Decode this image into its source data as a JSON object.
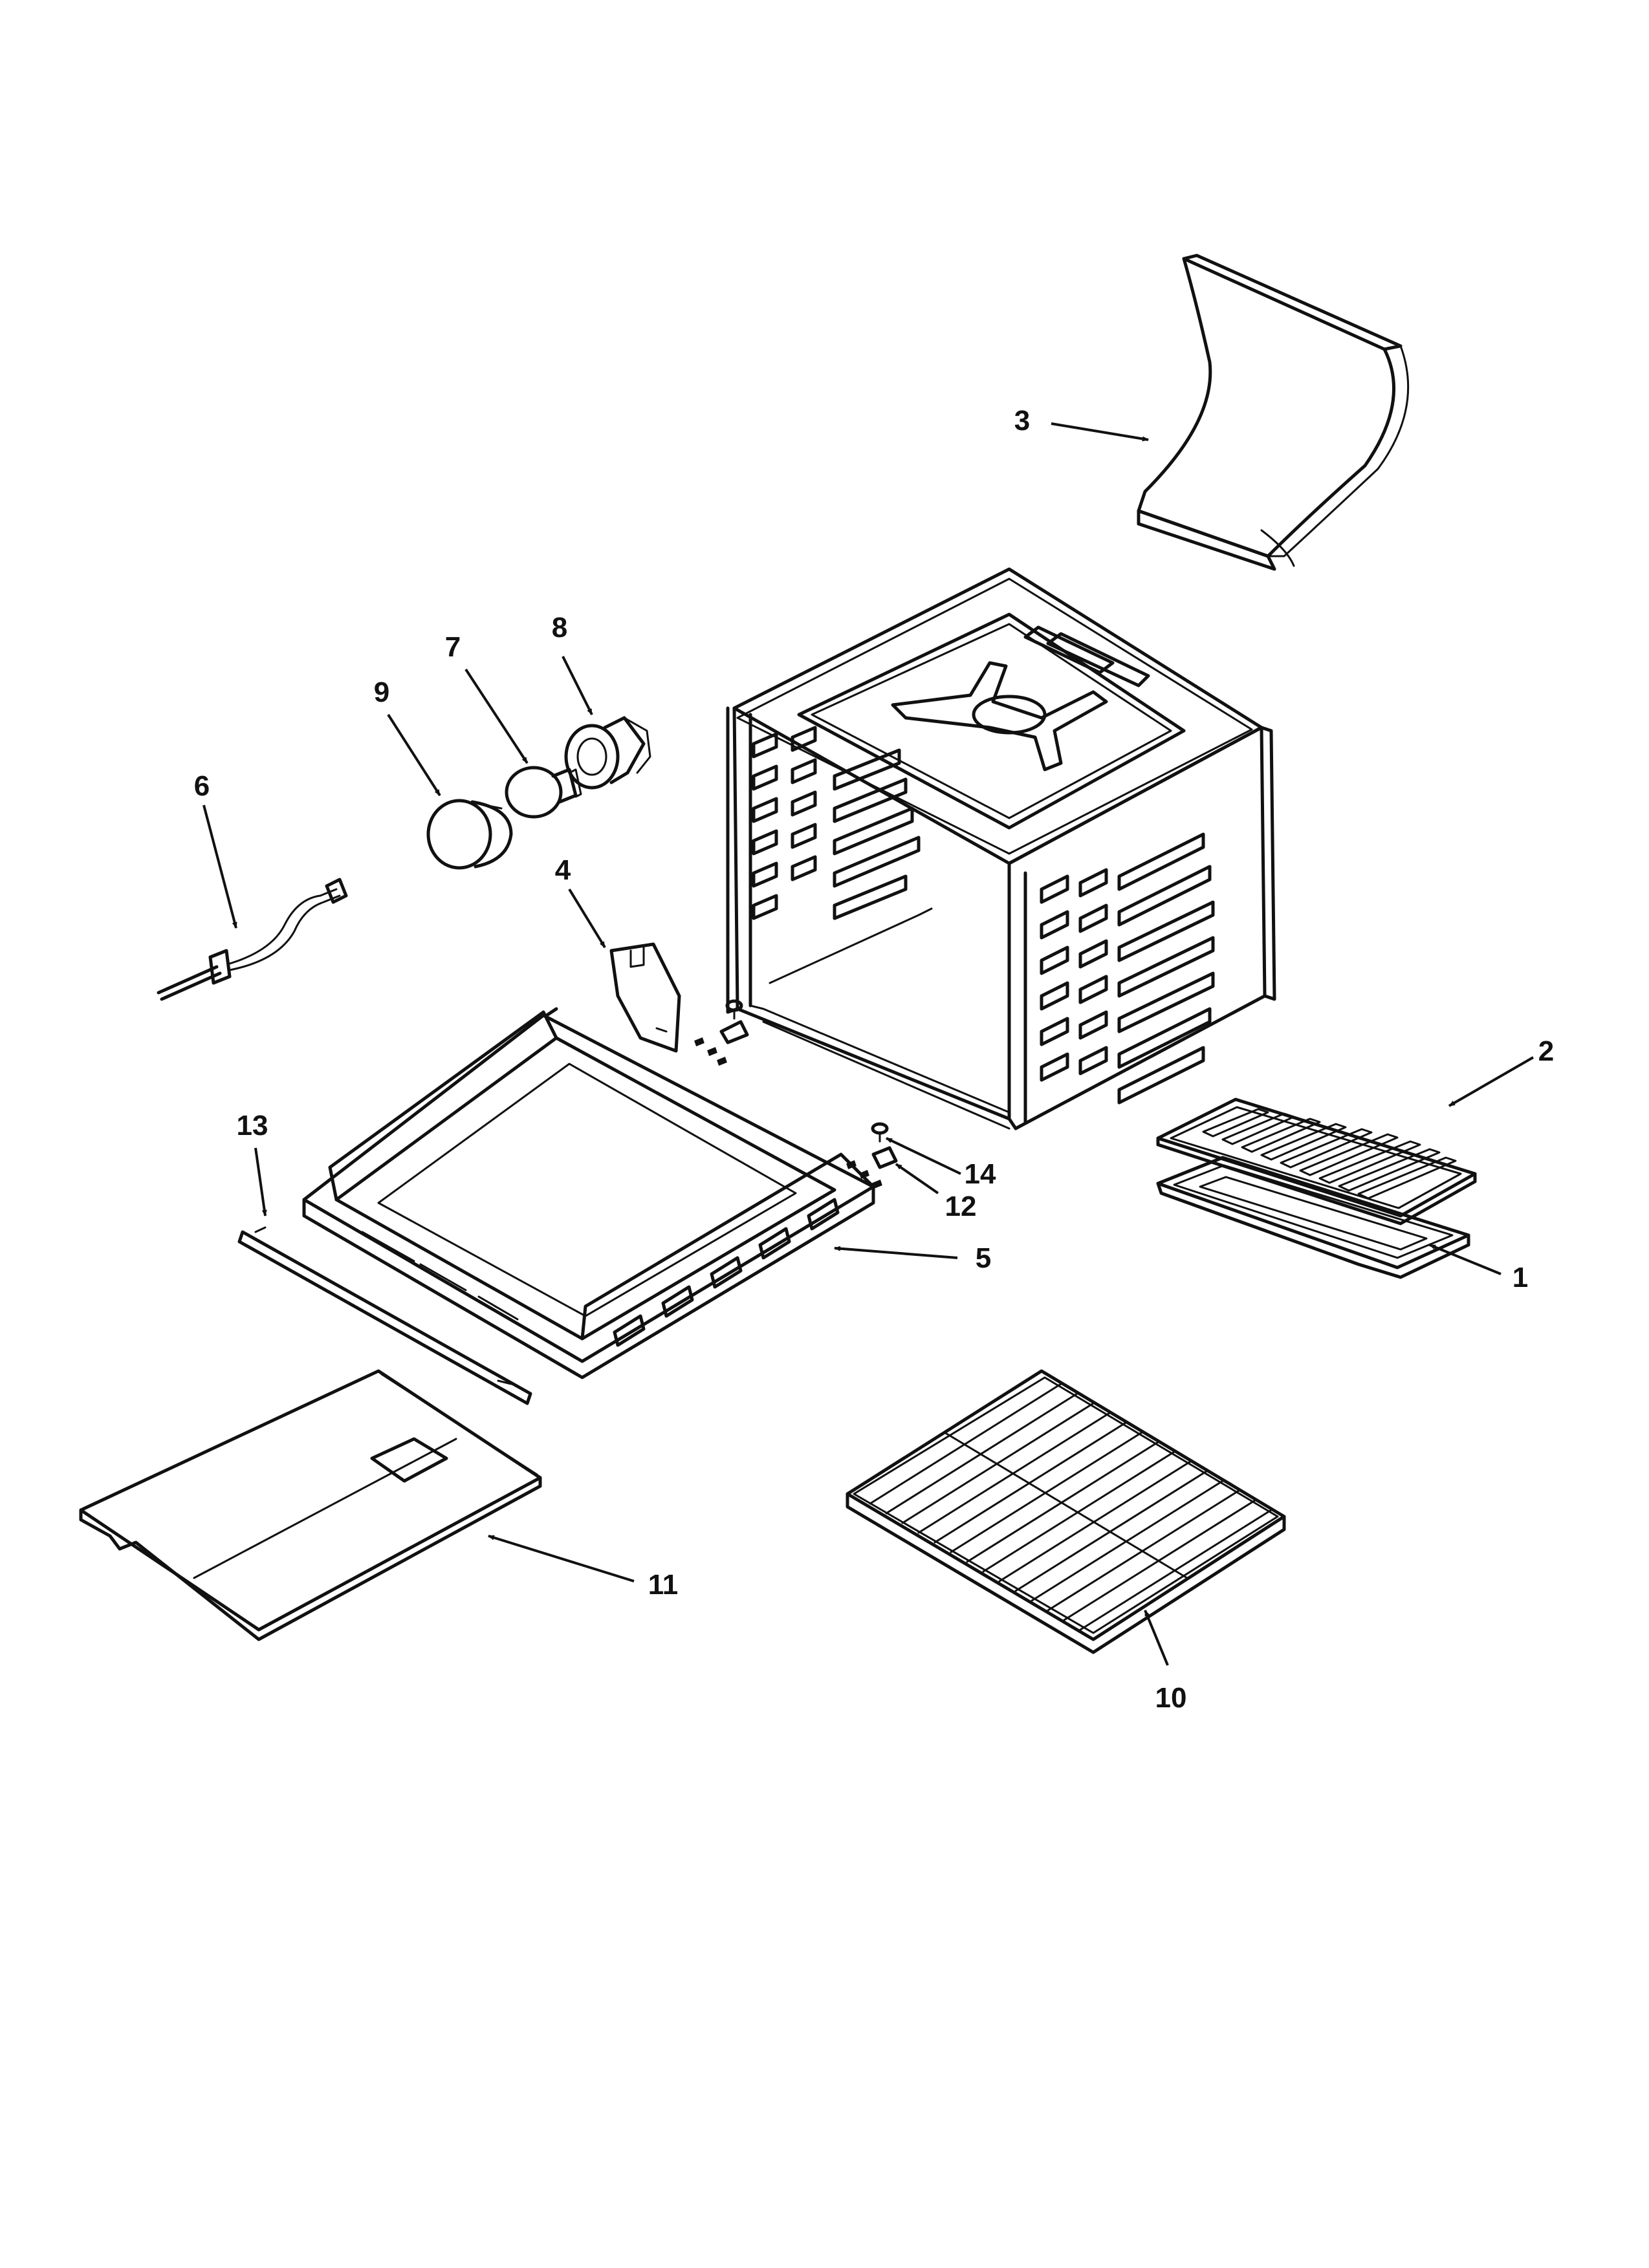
{
  "diagram": {
    "part_labels": [
      {
        "id": "p1",
        "text": "1"
      },
      {
        "id": "p2",
        "text": "2"
      },
      {
        "id": "p3",
        "text": "3"
      },
      {
        "id": "p4",
        "text": "4"
      },
      {
        "id": "p5",
        "text": "5"
      },
      {
        "id": "p6",
        "text": "6"
      },
      {
        "id": "p7",
        "text": "7"
      },
      {
        "id": "p8",
        "text": "8"
      },
      {
        "id": "p9",
        "text": "9"
      },
      {
        "id": "p10",
        "text": "10"
      },
      {
        "id": "p11",
        "text": "11"
      },
      {
        "id": "p12",
        "text": "12"
      },
      {
        "id": "p13",
        "text": "13"
      },
      {
        "id": "p14",
        "text": "14"
      }
    ],
    "colors": {
      "ink": "#111111",
      "paper": "#ffffff"
    }
  }
}
